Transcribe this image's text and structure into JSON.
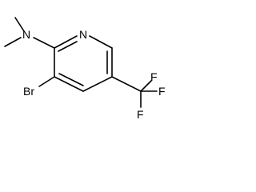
{
  "molecule": {
    "atoms": {
      "amine_nitrogen": "N",
      "ring_nitrogen": "N",
      "bromine": "Br",
      "fluorine_right": "F",
      "fluorine_bottom": "F",
      "fluorine_upper": "F"
    },
    "colors": {
      "bond": "#000000",
      "text": "#000000",
      "background": "#ffffff"
    }
  }
}
